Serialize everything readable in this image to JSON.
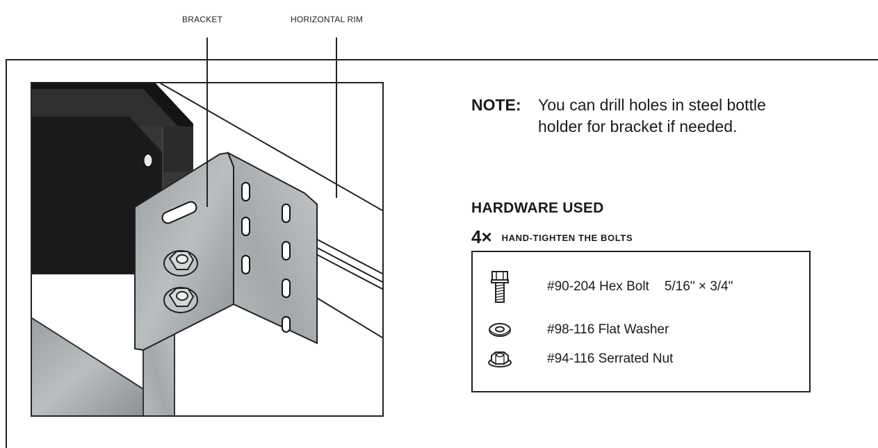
{
  "callouts": {
    "bracket": "BRACKET",
    "horizontal_rim": "HORIZONTAL RIM"
  },
  "note": {
    "heading": "NOTE:",
    "line1": "You can drill holes in steel bottle",
    "line2": "holder for bracket if needed."
  },
  "hardware": {
    "title": "HARDWARE USED",
    "quantity": "4×",
    "instruction": "HAND-TIGHTEN THE BOLTS",
    "items": [
      {
        "icon": "hex-bolt-icon",
        "part": "#90-204 Hex Bolt",
        "size": "5/16\" × 3/4\""
      },
      {
        "icon": "flat-washer-icon",
        "part": "#98-116 Flat Washer"
      },
      {
        "icon": "serrated-nut-icon",
        "part": "#94-116 Serrated Nut"
      }
    ]
  }
}
